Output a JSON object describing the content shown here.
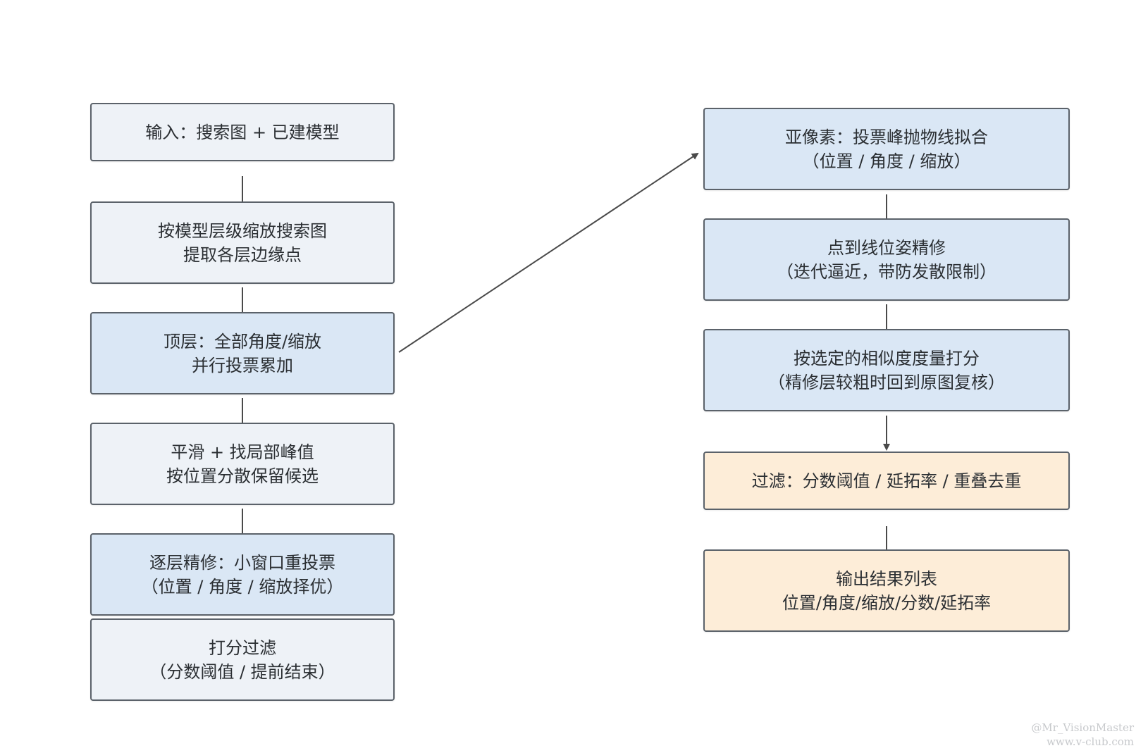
{
  "colors": {
    "stroke": "#5b626a",
    "connector": "#4a4a4a",
    "fill_grey": "#eef2f7",
    "fill_blue": "#dae7f5",
    "fill_cream": "#fdedd8",
    "watermark": "#c7c9cc"
  },
  "left_column": [
    {
      "fill": "grey",
      "lines": [
        "输入：搜索图 + 已建模型"
      ]
    },
    {
      "fill": "grey",
      "lines": [
        "按模型层级缩放搜索图",
        "提取各层边缘点"
      ]
    },
    {
      "fill": "blue",
      "lines": [
        "顶层：全部角度/缩放",
        "并行投票累加"
      ]
    },
    {
      "fill": "grey",
      "lines": [
        "平滑 + 找局部峰值",
        "按位置分散保留候选"
      ]
    },
    {
      "fill": "blue",
      "lines": [
        "逐层精修：小窗口重投票",
        "（位置 / 角度 / 缩放择优）"
      ]
    },
    {
      "fill": "grey",
      "lines": [
        "打分过滤",
        "（分数阈值 / 提前结束）"
      ]
    }
  ],
  "right_column": [
    {
      "fill": "blue",
      "lines": [
        "亚像素：投票峰抛物线拟合",
        "（位置 / 角度 / 缩放）"
      ]
    },
    {
      "fill": "blue",
      "lines": [
        "点到线位姿精修",
        "（迭代逼近，带防发散限制）"
      ]
    },
    {
      "fill": "blue",
      "lines": [
        "按选定的相似度度量打分",
        "（精修层较粗时回到原图复核）"
      ]
    },
    {
      "fill": "cream",
      "lines": [
        "过滤：分数阈值 / 延拓率 / 重叠去重"
      ]
    },
    {
      "fill": "cream",
      "lines": [
        "输出结果列表",
        "位置/角度/缩放/分数/延拓率"
      ]
    }
  ],
  "watermark": {
    "line1": "@Mr_VisionMaster",
    "line2": "www.v-club.com"
  }
}
